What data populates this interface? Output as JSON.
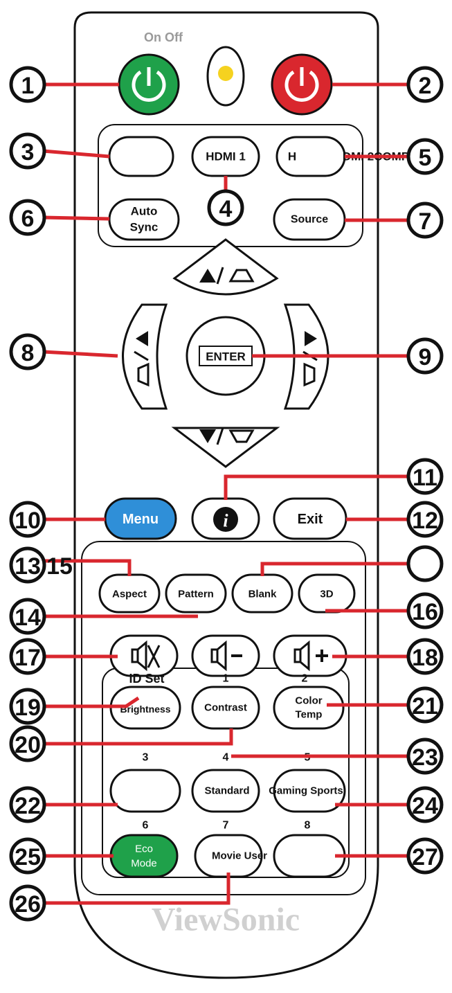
{
  "colors": {
    "leader": "#d9272e",
    "power_on": "#1fa14a",
    "power_off": "#d9272e",
    "menu": "#2f8fd8",
    "eco": "#1fa14a",
    "led": "#f5d21f",
    "brand_text": "#d0d0d0"
  },
  "remote": {
    "power_label": "On Off",
    "brand": "ViewSonic",
    "buttons": {
      "hdmi1": "HDMI 1",
      "h": "H",
      "auto_line1": "Auto",
      "auto_line2": "Sync",
      "source": "Source",
      "enter": "ENTER",
      "menu": "Menu",
      "info": "i",
      "exit": "Exit",
      "aspect": "Aspect",
      "pattern": "Pattern",
      "blank": "Blank",
      "three_d": "3D",
      "brightness": "Brightness",
      "contrast": "Contrast",
      "color_line1": "Color",
      "color_line2": "Temp",
      "standard": "Standard",
      "gaming_sports": "Gaming Sports",
      "eco_line1": "Eco",
      "eco_line2": "Mode",
      "movie": "Movie User"
    },
    "top_labels": {
      "id_set": "ID Set",
      "n1": "1",
      "n2": "2",
      "n3": "3",
      "n4": "4",
      "n5": "5",
      "n6": "6",
      "n7": "7",
      "n8": "8"
    },
    "overlay_text": {
      "dmi_2comp": "DMI 2COMP",
      "n15": "15"
    },
    "icons": {
      "power_on": "power-icon",
      "power_off": "power-icon",
      "mute": "mute-icon",
      "vol_down": "volume-down-icon",
      "vol_up": "volume-up-icon",
      "up": "keystone-up-icon",
      "down": "keystone-down-icon",
      "left": "keystone-left-icon",
      "right": "keystone-right-icon"
    }
  },
  "callouts": [
    "1",
    "2",
    "3",
    "4",
    "5",
    "6",
    "7",
    "8",
    "9",
    "10",
    "11",
    "12",
    "13",
    "",
    "14",
    "16",
    "17",
    "18",
    "19",
    "20",
    "21",
    "23",
    "22",
    "24",
    "25",
    "27",
    "26"
  ]
}
